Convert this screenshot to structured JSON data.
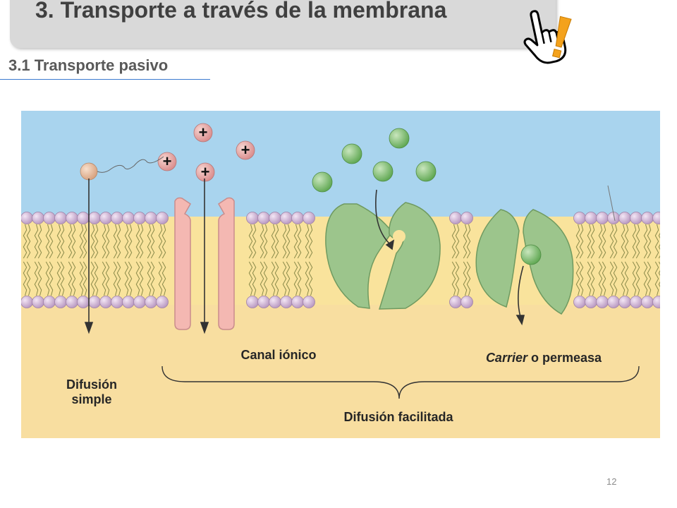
{
  "slide": {
    "title": "3. Transporte a través de la membrana",
    "subtitle": "3.1 Transporte pasivo",
    "page_number": "12"
  },
  "icons": {
    "header_icon": "pointing-hand-exclamation-icon"
  },
  "diagram": {
    "labels": {
      "simple_1": "Difusión",
      "simple_2": "simple",
      "channel": "Canal iónico",
      "carrier_italic": "Carrier",
      "carrier_rest": " o permeasa",
      "facilitated": "Difusión facilitada"
    },
    "ion_symbol": "+",
    "colors": {
      "extracellular": "#a9d4ee",
      "membrane_core": "#f9e39c",
      "cytoplasm": "#f8dea0",
      "lipid_head": "#d1b6d8",
      "channel_protein": "#f4b8b2",
      "carrier_protein": "#9cc58c",
      "solute": "#6cb05f",
      "ion": "#e7a3a3",
      "simple_molecule": "#ecc0a3",
      "title_bar": "#d9d9d9",
      "icon_orange": "#f4a21c"
    }
  }
}
